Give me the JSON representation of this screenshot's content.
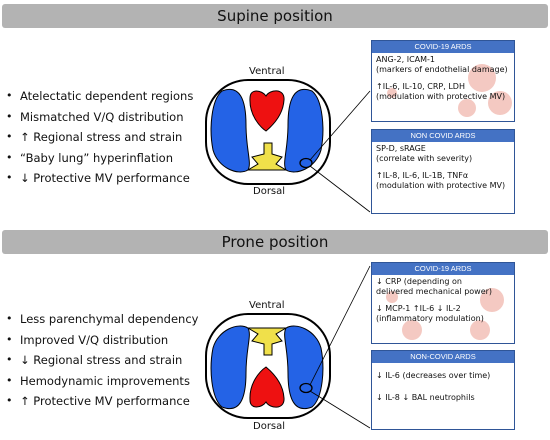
{
  "colors": {
    "lung": "#2463e6",
    "heart": "#ee1111",
    "spine": "#f0e04a",
    "header": "#4472c4",
    "banner": "#b3b3b3"
  },
  "supine": {
    "title": "Supine position",
    "ventral": "Ventral",
    "dorsal": "Dorsal",
    "bullets": [
      "Atelectatic dependent regions",
      "Mismatched V/Q distribution",
      "↑ Regional stress and strain",
      "“Baby lung” hyperinflation",
      "↓ Protective MV performance"
    ],
    "covid_box": {
      "header": "COVID-19 ARDS",
      "lines": [
        "ANG-2, ICAM-1\n(markers of endothelial damage)",
        "↑IL-6, IL-10, CRP, LDH\n(modulation with protective MV)"
      ]
    },
    "noncovid_box": {
      "header": "NON COVID ARDS",
      "lines": [
        "SP-D, sRAGE\n(correlate with severity)",
        "↑IL-8, IL-6, IL-1B, TNFα\n(modulation with protective MV)"
      ]
    }
  },
  "prone": {
    "title": "Prone position",
    "ventral": "Ventral",
    "dorsal": "Dorsal",
    "bullets": [
      "Less parenchymal dependency",
      "Improved V/Q distribution",
      "↓  Regional stress and strain",
      "Hemodynamic improvements",
      "↑ Protective MV performance"
    ],
    "covid_box": {
      "header": "COVID-19 ARDS",
      "lines": [
        "↓ CRP (depending on\ndelivered mechanical power)",
        "↓ MCP-1 ↑IL-6 ↓ IL-2\n(inflammatory modulation)"
      ]
    },
    "noncovid_box": {
      "header": "NON-COVID ARDS",
      "lines": [
        "↓ IL-6 (decreases over time)",
        "↓ IL-8 ↓ BAL neutrophils"
      ]
    }
  }
}
